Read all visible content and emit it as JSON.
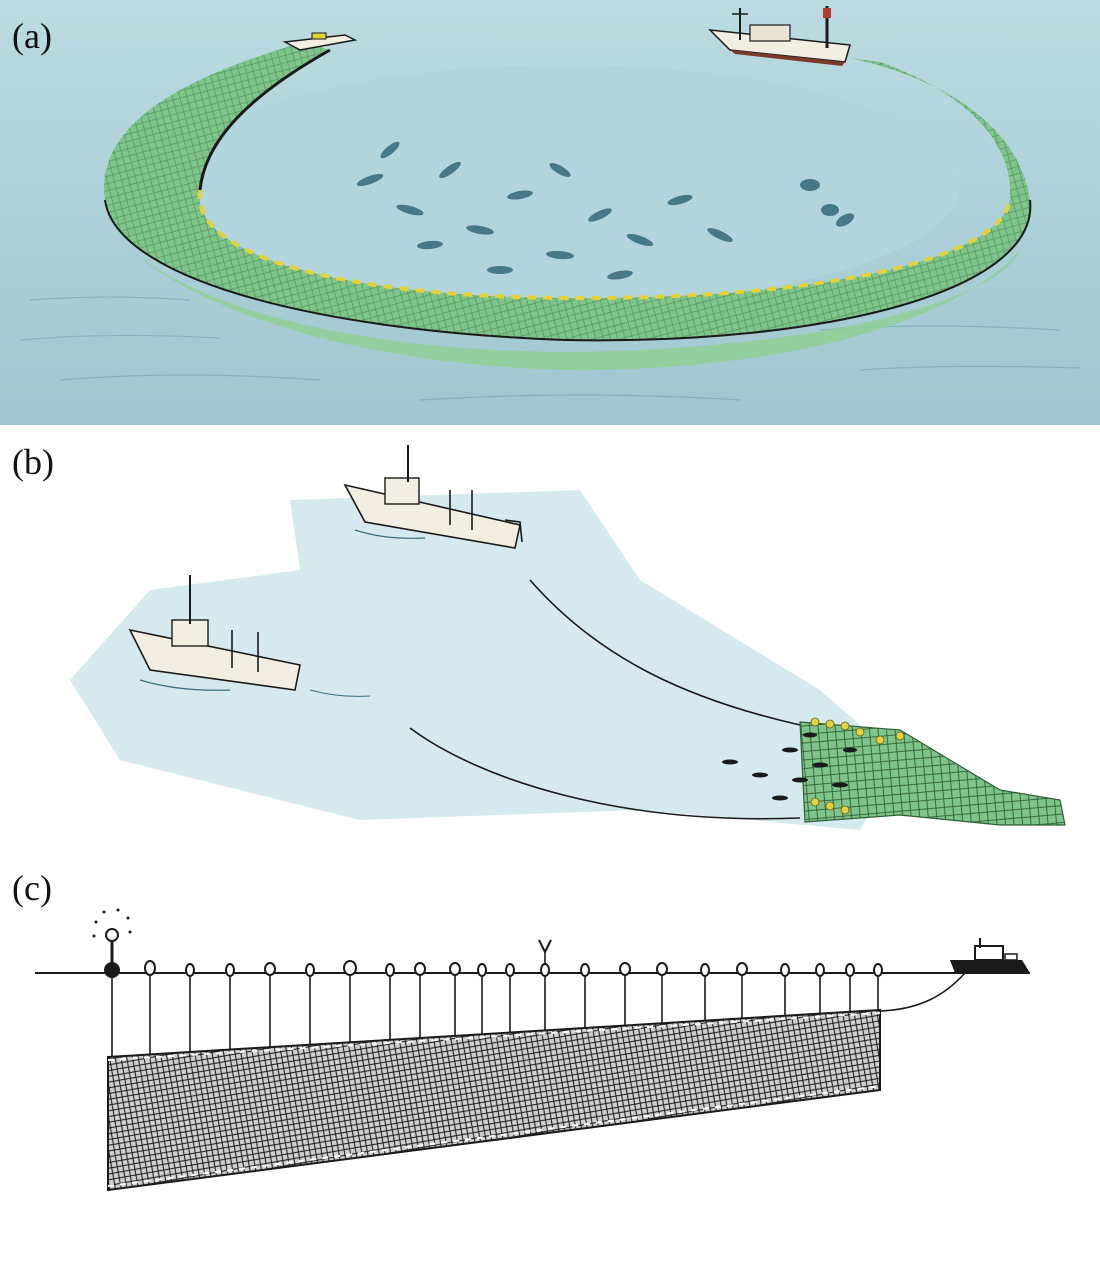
{
  "figure": {
    "panels": [
      {
        "id": "a",
        "label": "(a)"
      },
      {
        "id": "b",
        "label": "(b)"
      },
      {
        "id": "c",
        "label": "(c)"
      }
    ],
    "colors": {
      "sea": "#a9cdd6",
      "sea_light": "#d6e9ee",
      "net_green": "#7fc48a",
      "float_yellow": "#e3d23a",
      "ink": "#1a1a1a",
      "boat_hull": "#f2efe2"
    }
  }
}
